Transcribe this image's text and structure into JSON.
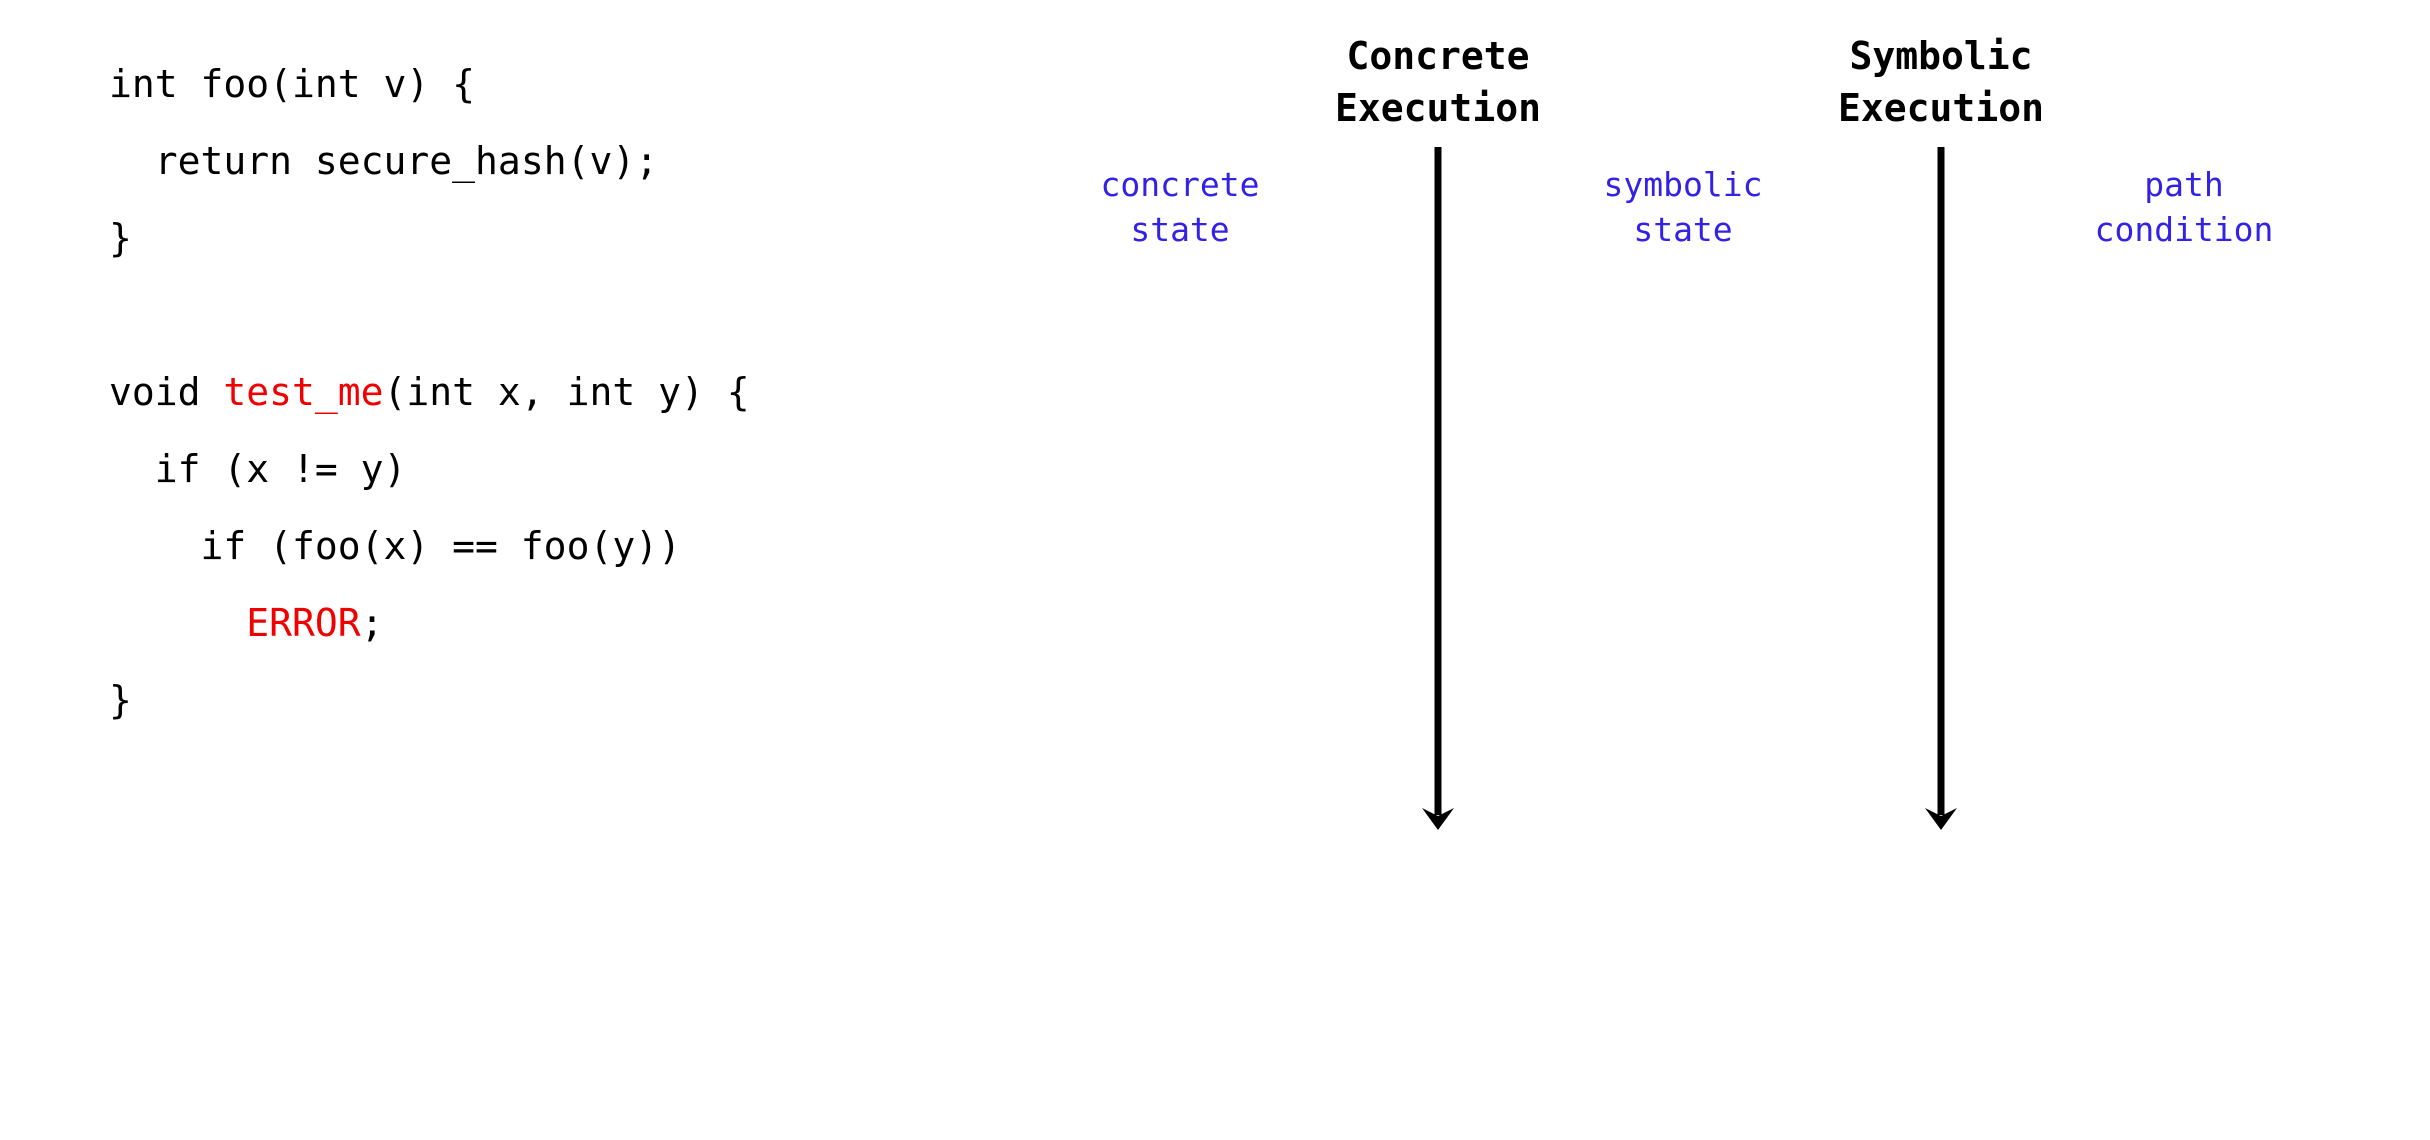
{
  "code": {
    "lines": [
      {
        "indent": "",
        "parts": [
          {
            "text": "int foo(int v) {",
            "highlight": false
          }
        ]
      },
      {
        "indent": "  ",
        "parts": [
          {
            "text": "return secure_hash(v);",
            "highlight": false
          }
        ]
      },
      {
        "indent": "",
        "parts": [
          {
            "text": "}",
            "highlight": false
          }
        ]
      },
      {
        "indent": "",
        "parts": []
      },
      {
        "indent": "",
        "parts": [
          {
            "text": "void ",
            "highlight": false
          },
          {
            "text": "test_me",
            "highlight": true
          },
          {
            "text": "(int x, int y) {",
            "highlight": false
          }
        ]
      },
      {
        "indent": "  ",
        "parts": [
          {
            "text": "if (x != y)",
            "highlight": false
          }
        ]
      },
      {
        "indent": "    ",
        "parts": [
          {
            "text": "if (foo(x) == foo(y))",
            "highlight": false
          }
        ]
      },
      {
        "indent": "      ",
        "parts": [
          {
            "text": "ERROR",
            "highlight": true
          },
          {
            "text": ";",
            "highlight": false
          }
        ]
      },
      {
        "indent": "",
        "parts": [
          {
            "text": "}",
            "highlight": false
          }
        ]
      }
    ]
  },
  "columns": {
    "concrete": {
      "line1": "Concrete",
      "line2": "Execution"
    },
    "symbolic": {
      "line1": "Symbolic",
      "line2": "Execution"
    }
  },
  "labels": {
    "concrete_state": {
      "line1": "concrete",
      "line2": "state"
    },
    "symbolic_state": {
      "line1": "symbolic",
      "line2": "state"
    },
    "path_condition": {
      "line1": "path",
      "line2": "condition"
    }
  },
  "colors": {
    "highlight": "#f00000",
    "label": "#3322e6",
    "arrow": "#000000"
  }
}
